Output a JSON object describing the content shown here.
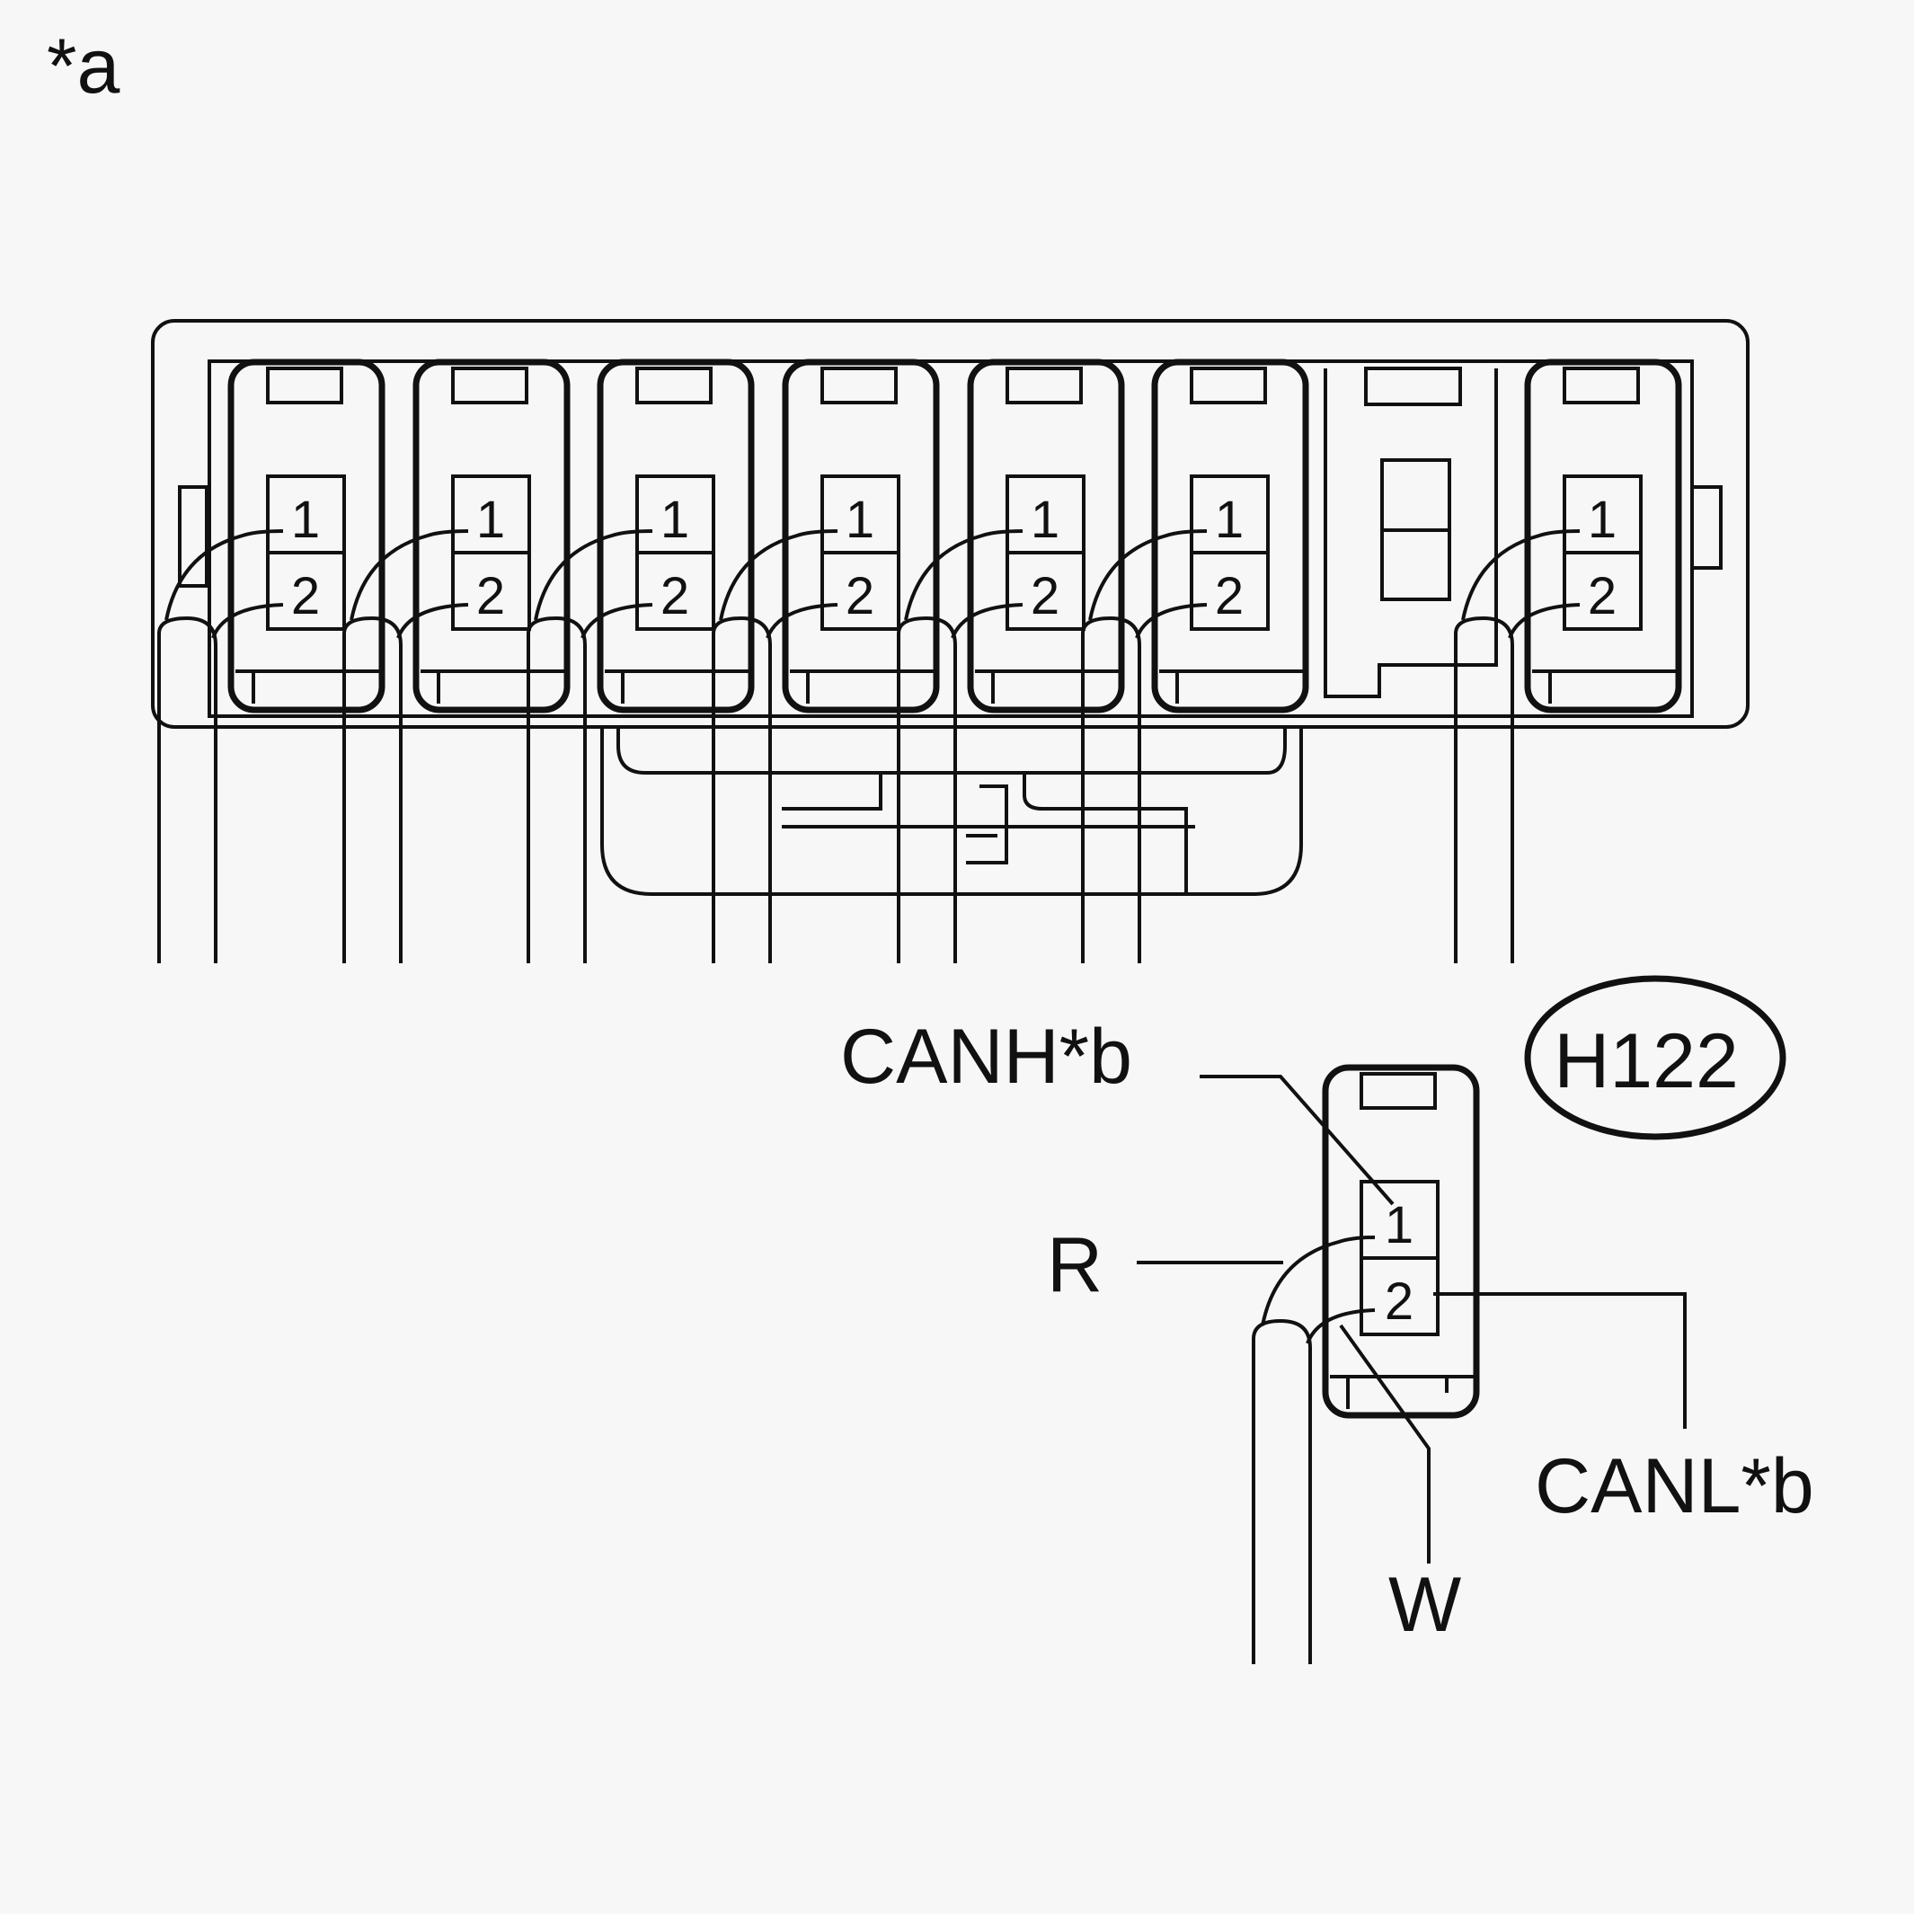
{
  "labels": {
    "view_note": "*a",
    "canh": "CANH*b",
    "canl": "CANL*b",
    "wire_r": "R",
    "wire_w": "W",
    "connector_id": "H122"
  },
  "pin_numbers": [
    "1",
    "2"
  ],
  "colors": {
    "background": "#f7f7f7",
    "line": "#111111"
  }
}
